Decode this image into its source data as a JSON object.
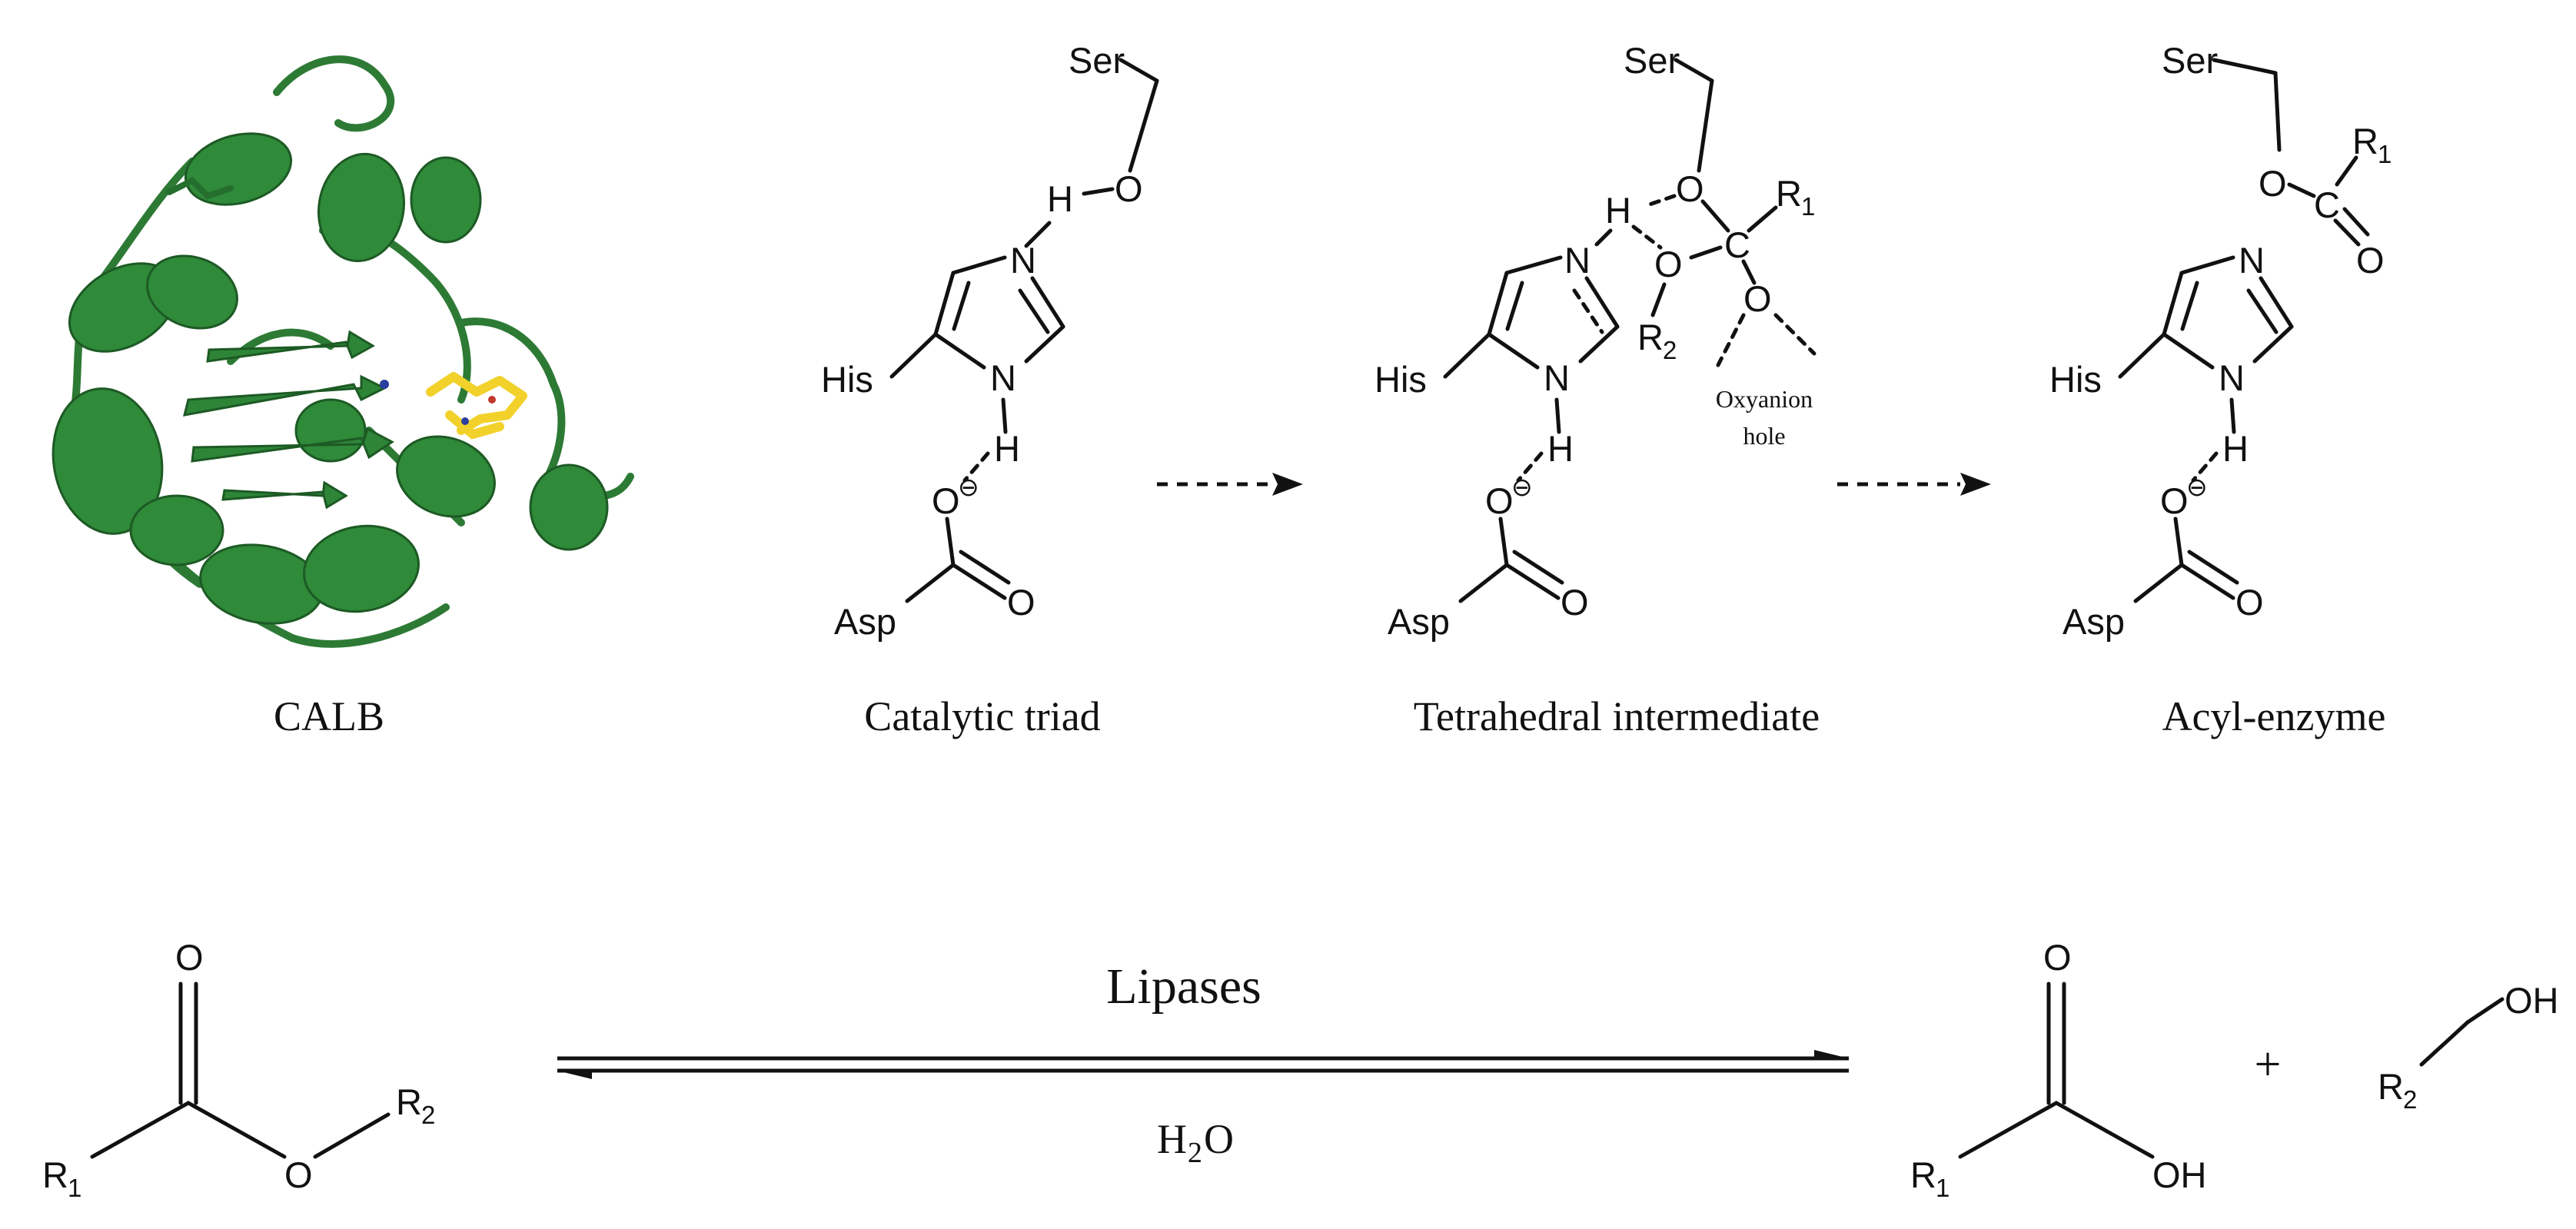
{
  "panels": {
    "protein": {
      "caption": "CALB"
    },
    "triad": {
      "caption": "Catalytic triad"
    },
    "tetrahedral": {
      "caption": "Tetrahedral intermediate",
      "oxyanion_line1": "Oxyanion",
      "oxyanion_line2": "hole"
    },
    "acyl": {
      "caption": "Acyl-enzyme"
    }
  },
  "atoms": {
    "ser": "Ser",
    "his": "His",
    "asp": "Asp",
    "o": "O",
    "n": "N",
    "h": "H",
    "c": "C",
    "oh": "OH",
    "r": "R",
    "sub1": "1",
    "sub2": "2",
    "minus": "⊖"
  },
  "reaction": {
    "enzyme": "Lipases",
    "water_h": "H",
    "water_sub": "2",
    "water_o": "O",
    "plus": "+"
  },
  "colors": {
    "protein_green": "#2f8a3a",
    "ligand_yellow": "#f2d12b"
  }
}
